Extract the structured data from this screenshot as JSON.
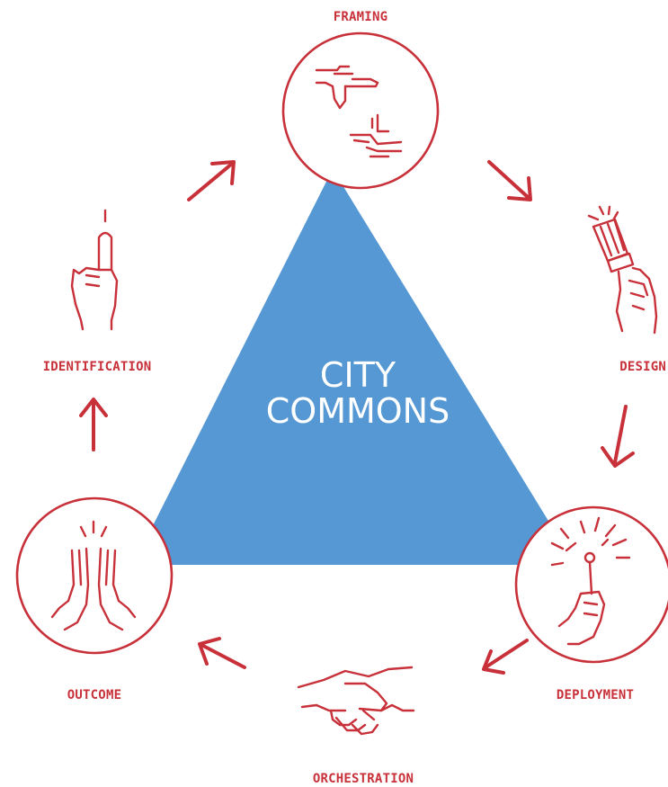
{
  "diagram": {
    "center": {
      "line1": "CITY",
      "line2": "COMMONS"
    },
    "stages": {
      "framing": "FRAMING",
      "design": "DESIGN",
      "deployment": "DEPLOYMENT",
      "orchestration": "ORCHESTRATION",
      "outcome": "OUTCOME",
      "identification": "IDENTIFICATION"
    },
    "colors": {
      "accent": "#c8313a",
      "triangle": "#5598d4",
      "background": "#ffffff"
    },
    "icons": {
      "framing": "framing-hands-icon",
      "design": "paintbrush-hand-icon",
      "deployment": "sparkler-hand-icon",
      "orchestration": "handshake-icon",
      "outcome": "high-five-hands-icon",
      "identification": "pointing-finger-icon"
    }
  }
}
